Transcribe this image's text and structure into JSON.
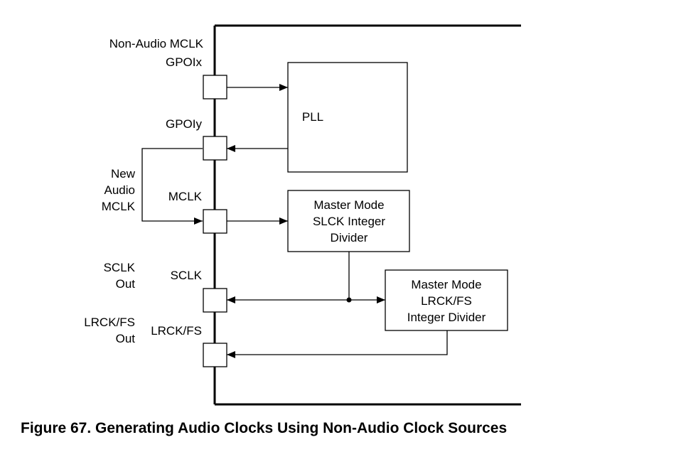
{
  "pin_labels": {
    "non_audio_mclk": "Non-Audio MCLK",
    "gpiox": "GPOIx",
    "gpioy": "GPOIy",
    "mclk": "MCLK",
    "sclk": "SCLK",
    "lrck_fs": "LRCK/FS"
  },
  "side_labels": {
    "new_audio_mclk": [
      "New",
      "Audio",
      "MCLK"
    ],
    "sclk_out": [
      "SCLK",
      "Out"
    ],
    "lrck_fs_out": [
      "LRCK/FS",
      "Out"
    ]
  },
  "blocks": {
    "pll": "PLL",
    "sclk_divider": [
      "Master Mode",
      "SLCK Integer",
      "Divider"
    ],
    "lrck_divider": [
      "Master Mode",
      "LRCK/FS",
      "Integer Divider"
    ]
  },
  "caption": "Figure 67.  Generating Audio Clocks Using Non-Audio Clock Sources"
}
